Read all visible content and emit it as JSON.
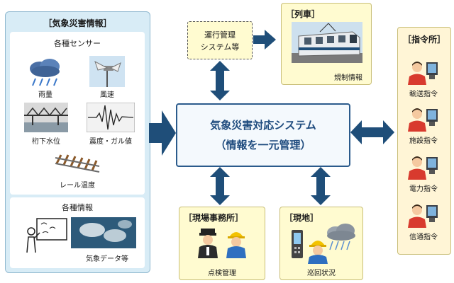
{
  "left_panel": {
    "title": "［気象災害情報］",
    "sensors": {
      "title": "各種センサー",
      "items": [
        "雨量",
        "風速",
        "桁下水位",
        "震度・ガル値",
        "レール温度"
      ]
    },
    "info": {
      "title": "各種情報",
      "items": [
        "気象データ等"
      ]
    }
  },
  "core": {
    "line1": "気象災害対応システム",
    "line2": "（情報を一元管理）"
  },
  "operation": {
    "line1": "運行管理",
    "line2": "システム等"
  },
  "train": {
    "title": "［列車］",
    "caption": "規制情報"
  },
  "field_office": {
    "title": "［現場事務所］",
    "caption": "点検管理"
  },
  "site": {
    "title": "［現地］",
    "caption": "巡回状況"
  },
  "command": {
    "title": "［指令所］",
    "items": [
      "輸送指令",
      "施設指令",
      "電力指令",
      "信通指令"
    ]
  },
  "colors": {
    "arrow": "#1f4e79",
    "panel_blue": "#d8ecf6",
    "panel_yellow": "#fffbd0",
    "core_text": "#1e4b7e"
  }
}
